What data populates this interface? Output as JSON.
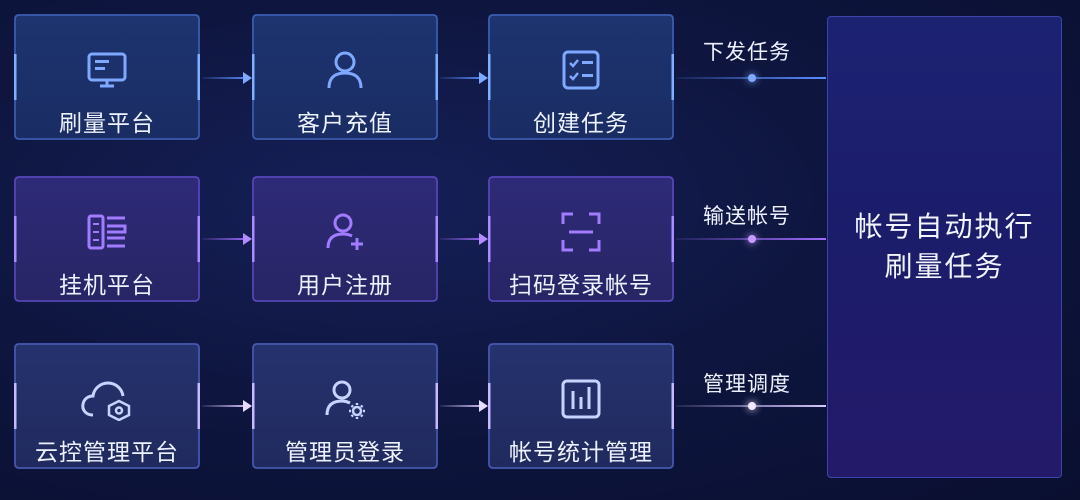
{
  "rows": [
    {
      "cards": [
        {
          "label": "刷量平台",
          "icon": "monitor-icon"
        },
        {
          "label": "客户充值",
          "icon": "user-icon"
        },
        {
          "label": "创建任务",
          "icon": "checklist-icon"
        }
      ],
      "flow_label": "下发任务"
    },
    {
      "cards": [
        {
          "label": "挂机平台",
          "icon": "server-icon"
        },
        {
          "label": "用户注册",
          "icon": "user-add-icon"
        },
        {
          "label": "扫码登录帐号",
          "icon": "scan-icon"
        }
      ],
      "flow_label": "输送帐号"
    },
    {
      "cards": [
        {
          "label": "云控管理平台",
          "icon": "cloud-icon"
        },
        {
          "label": "管理员登录",
          "icon": "user-gear-icon"
        },
        {
          "label": "帐号统计管理",
          "icon": "bar-stats-icon"
        }
      ],
      "flow_label": "管理调度"
    }
  ],
  "target": {
    "line1": "帐号自动执行",
    "line2": "刷量任务"
  },
  "colors": {
    "row1_accent": "#5b8cff",
    "row2_accent": "#a06bff",
    "row3_accent": "#6f86ff",
    "text": "#eef2ff"
  }
}
